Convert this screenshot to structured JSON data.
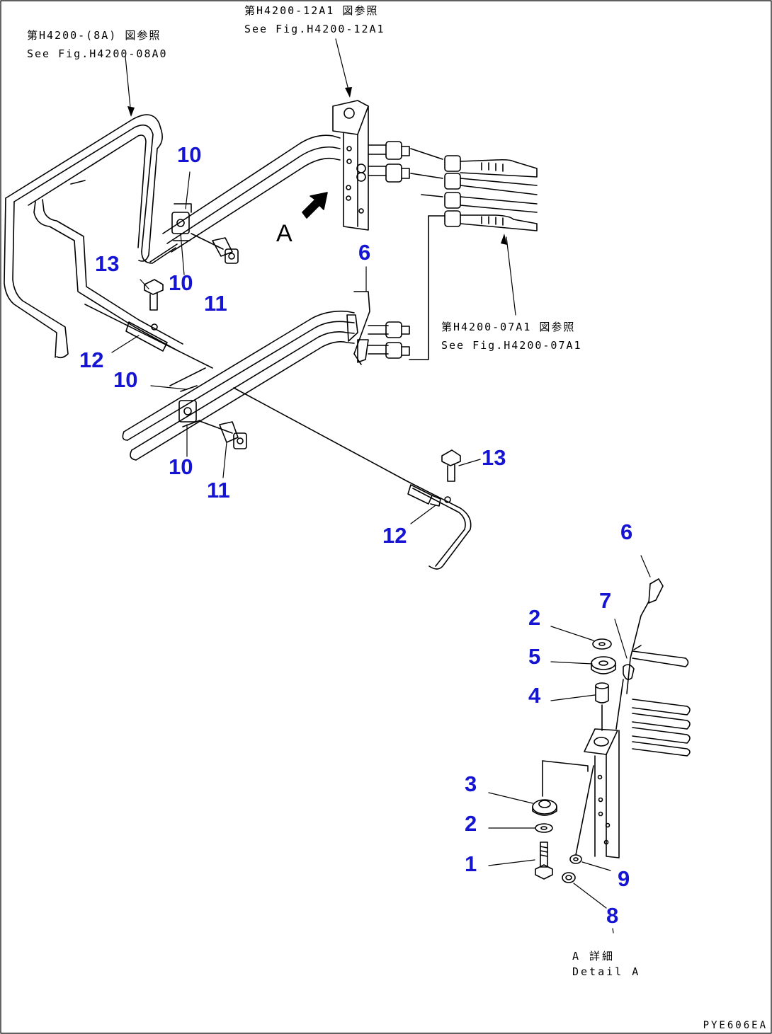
{
  "references": {
    "ref_top_left_jp": "第H4200-(8A) 図参照",
    "ref_top_left_en": "See Fig.H4200-08A0",
    "ref_top_center_jp": "第H4200-12A1 図参照",
    "ref_top_center_en": "See Fig.H4200-12A1",
    "ref_right_jp": "第H4200-07A1 図参照",
    "ref_right_en": "See Fig.H4200-07A1"
  },
  "view_marker": "A",
  "detail_caption": {
    "jp": "A 詳細",
    "en": "Detail A"
  },
  "drawing_code": "PYE606EA",
  "callouts": [
    {
      "id": "c-10a",
      "text": "10"
    },
    {
      "id": "c-13a",
      "text": "13"
    },
    {
      "id": "c-10b",
      "text": "10"
    },
    {
      "id": "c-11a",
      "text": "11"
    },
    {
      "id": "c-6a",
      "text": "6"
    },
    {
      "id": "c-12a",
      "text": "12"
    },
    {
      "id": "c-10c",
      "text": "10"
    },
    {
      "id": "c-10d",
      "text": "10"
    },
    {
      "id": "c-11b",
      "text": "11"
    },
    {
      "id": "c-13b",
      "text": "13"
    },
    {
      "id": "c-12b",
      "text": "12"
    },
    {
      "id": "c-6b",
      "text": "6"
    },
    {
      "id": "c-7",
      "text": "7"
    },
    {
      "id": "c-2a",
      "text": "2"
    },
    {
      "id": "c-5",
      "text": "5"
    },
    {
      "id": "c-4",
      "text": "4"
    },
    {
      "id": "c-3",
      "text": "3"
    },
    {
      "id": "c-2b",
      "text": "2"
    },
    {
      "id": "c-1",
      "text": "1"
    },
    {
      "id": "c-9",
      "text": "9"
    },
    {
      "id": "c-8",
      "text": "8"
    }
  ],
  "colors": {
    "callout": "#1414d2",
    "line": "#000000",
    "background": "#ffffff"
  }
}
